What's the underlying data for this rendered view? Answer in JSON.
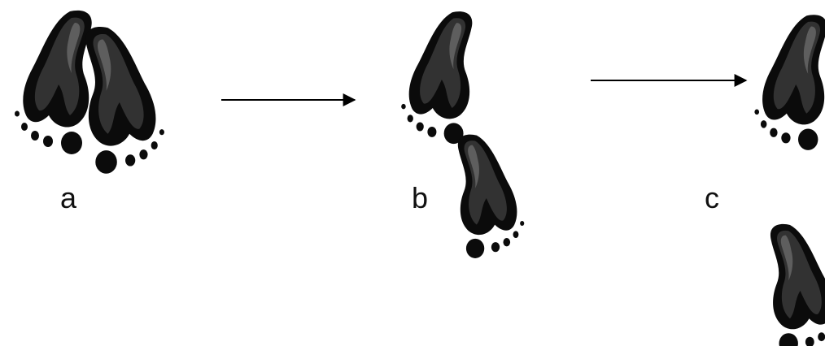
{
  "panels": [
    {
      "label": "a",
      "footprints": 2
    },
    {
      "label": "b",
      "footprints": 2
    },
    {
      "label": "c",
      "footprints": 2
    }
  ],
  "arrows": 2,
  "colors": {
    "foot_outer": "#0b0b0b",
    "foot_mid": "#3a3a3a",
    "foot_highlight": "#6e6e6e",
    "arrow": "#000000"
  }
}
